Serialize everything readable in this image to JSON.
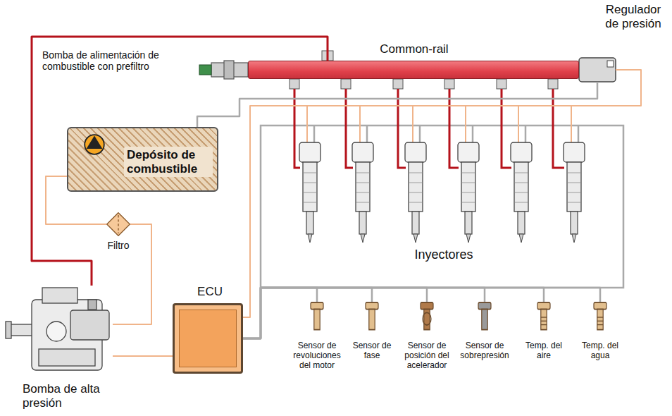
{
  "diagram": {
    "nodes": [
      {
        "text": [
          "Common-rail"
        ]
      },
      {
        "text": [
          "Regulador de presión"
        ]
      },
      {
        "text": [
          "Depósito de combustible"
        ]
      },
      {
        "text": [
          "Bomba de alimentación de combustible con prefiltro"
        ],
        "in": 2
      },
      {
        "text": [
          "Filtro"
        ]
      },
      {
        "text": [
          "Bomba de alta presión"
        ]
      },
      {
        "text": [
          "ECU"
        ]
      },
      {
        "text": [
          "Sensor de revoluciones del motor"
        ]
      },
      {
        "text": [
          "Sensor de fase"
        ]
      },
      {
        "text": [
          "Sensor de posición del acelerador"
        ]
      },
      {
        "text": [
          "Sensor de sobrepresión"
        ]
      },
      {
        "text": [
          "Temp. del aire"
        ]
      },
      {
        "text": [
          "Temp. del agua"
        ]
      }
    ],
    "edges": [
      {
        "from": 5,
        "to": 0,
        "arrow": "none"
      },
      {
        "from": 2,
        "to": 4,
        "arrow": "none"
      },
      {
        "from": 4,
        "to": 5,
        "arrow": "none"
      },
      {
        "from": 1,
        "to": 2,
        "arrow": "none"
      },
      {
        "from": 6,
        "to": 1,
        "arrow": "none"
      },
      {
        "from": 6,
        "to": 5,
        "arrow": "none"
      },
      {
        "from": 6,
        "to": 7,
        "arrow": "none"
      },
      {
        "from": 6,
        "to": 8,
        "arrow": "none"
      },
      {
        "from": 6,
        "to": 9,
        "arrow": "none"
      },
      {
        "from": 6,
        "to": 10,
        "arrow": "none"
      },
      {
        "from": 6,
        "to": 11,
        "arrow": "none"
      },
      {
        "from": 6,
        "to": 12,
        "arrow": "none"
      }
    ],
    "labels": [
      "Inyectores"
    ]
  }
}
